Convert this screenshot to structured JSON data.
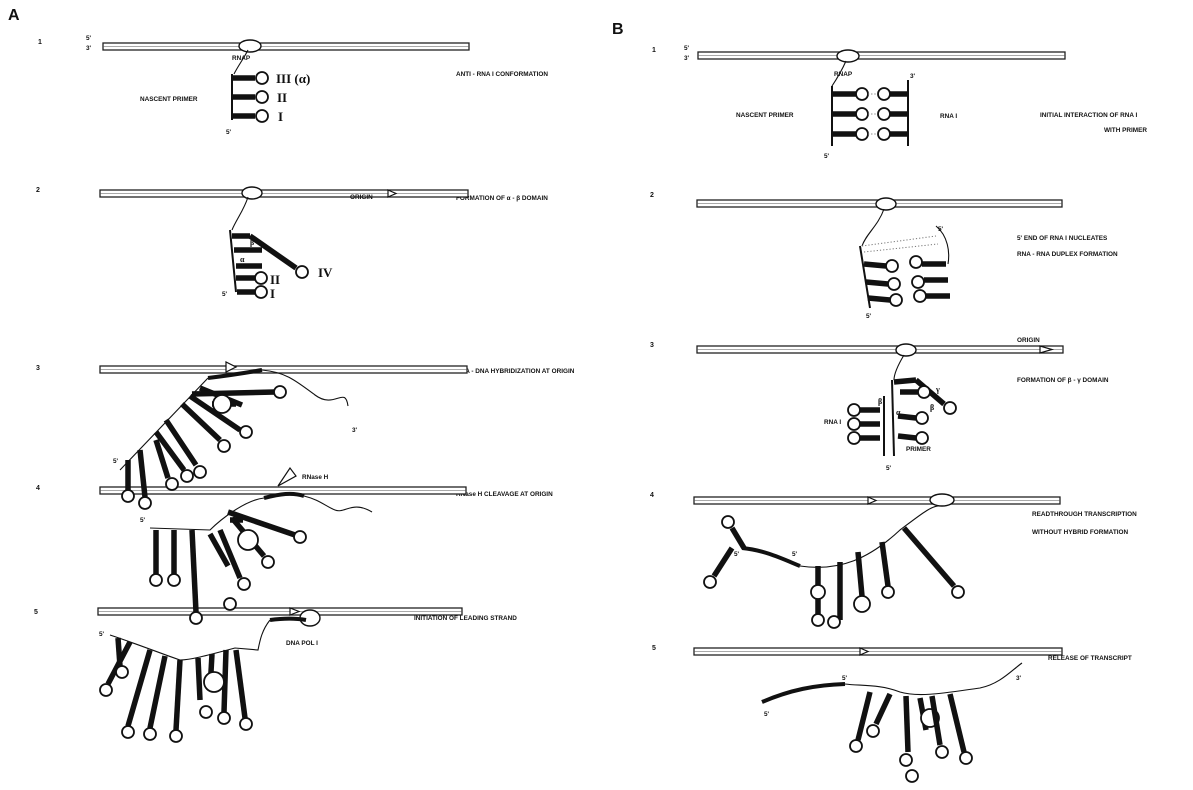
{
  "panels": [
    {
      "letter": "A",
      "steps": [
        {
          "number": "1",
          "caption": [
            "ANTI - RNA I CONFORMATION"
          ]
        },
        {
          "number": "2",
          "caption": [
            "FORMATION OF α - β DOMAIN"
          ]
        },
        {
          "number": "3",
          "caption": [
            "RNA - DNA HYBRIDIZATION AT ORIGIN"
          ]
        },
        {
          "number": "4",
          "caption": [
            "RNase H CLEAVAGE AT ORIGIN"
          ]
        },
        {
          "number": "5",
          "caption": [
            "INITIATION OF LEADING STRAND"
          ]
        }
      ]
    },
    {
      "letter": "B",
      "steps": [
        {
          "number": "1",
          "caption": [
            "INITIAL INTERACTION OF RNA I",
            "WITH PRIMER"
          ]
        },
        {
          "number": "2",
          "caption": [
            "5' END OF RNA I NUCLEATES",
            "RNA - RNA DUPLEX FORMATION"
          ]
        },
        {
          "number": "3",
          "caption": [
            "FORMATION OF β - γ DOMAIN"
          ]
        },
        {
          "number": "4",
          "caption": [
            "READTHROUGH TRANSCRIPTION",
            "WITHOUT HYBRID FORMATION"
          ]
        },
        {
          "number": "5",
          "caption": [
            "RELEASE OF TRANSCRIPT"
          ]
        }
      ]
    }
  ],
  "labels": {
    "rnap": "RNAP",
    "nascent_primer": "NASCENT PRIMER",
    "origin": "ORIGIN",
    "rnase_h": "RNase H",
    "dna_pol": "DNA POL I",
    "rna_i": "RNA I",
    "primer": "PRIMER",
    "five_prime": "5'",
    "three_prime": "3'"
  },
  "stem_loops": {
    "roman": [
      "I",
      "II",
      "III",
      "IV"
    ],
    "iii_alpha": "III (α)",
    "greek": [
      "α",
      "β",
      "γ"
    ]
  }
}
